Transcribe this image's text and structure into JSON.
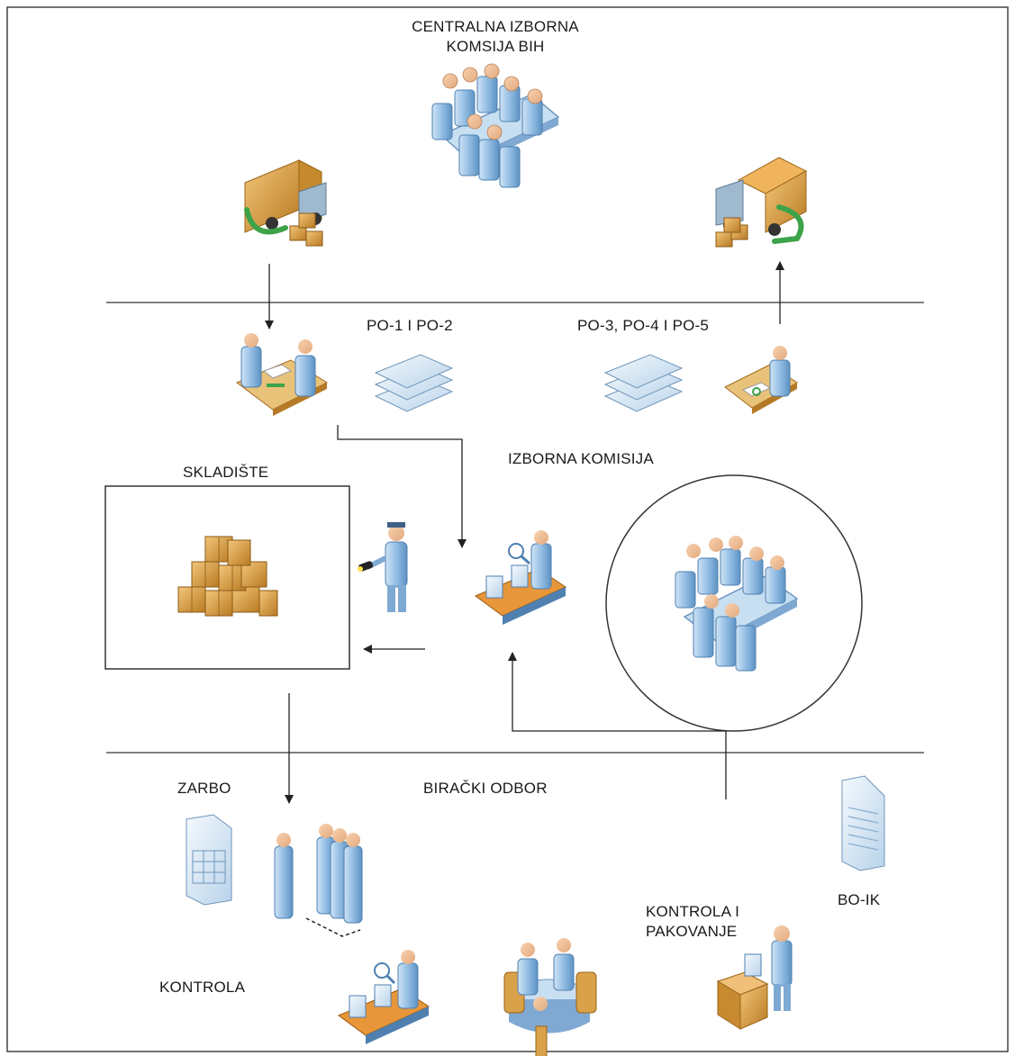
{
  "title": {
    "line1": "CENTRALNA IZBORNA",
    "line2": "KOMSIJA BIH"
  },
  "forms": {
    "left": "PO-1 I PO-2",
    "right": "PO-3, PO-4 I PO-5"
  },
  "labels": {
    "izborna_komisija": "IZBORNA KOMISIJA",
    "skladiste": "SKLADIŠTE",
    "zarbo": "ZARBO",
    "biracki_odbor": "BIRAČKI ODBOR",
    "kontrola": "KONTROLA",
    "kontrola_pakovanje_1": "KONTROLA I",
    "kontrola_pakovanje_2": "PAKOVANJE",
    "bo_ik": "BO-IK"
  },
  "icons": [
    "conference-table-icon",
    "delivery-truck-icon",
    "receiving-truck-icon",
    "handover-desk-icon",
    "document-stack-icon",
    "signing-desk-icon",
    "warehouse-boxes-icon",
    "security-guard-icon",
    "inspection-conveyor-icon",
    "committee-table-icon",
    "spreadsheet-document-icon",
    "voter-queue-icon",
    "round-table-icon",
    "packing-box-icon",
    "text-document-icon"
  ],
  "colors": {
    "person": "#8fb8dd",
    "person_dark": "#5f8fbf",
    "box": "#d9a24a",
    "truck": "#d89a3a",
    "arrow_green": "#3da34a",
    "line": "#555555"
  }
}
